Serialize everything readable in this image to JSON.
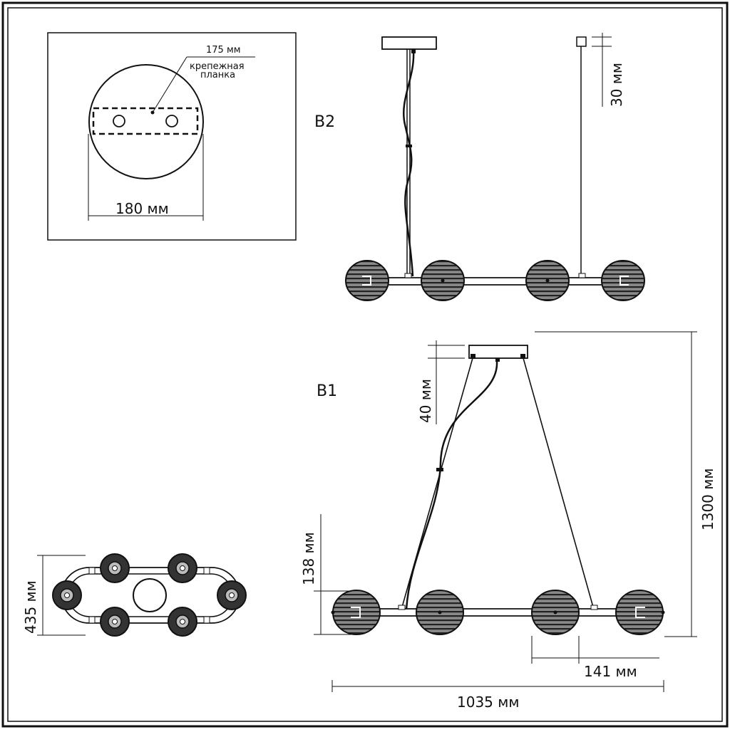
{
  "colors": {
    "stroke": "#111111",
    "shade": "#6b6b6b",
    "background": "#ffffff"
  },
  "canopy_detail": {
    "bracket_length": "175 мм",
    "bracket_label_line1": "крепежная",
    "bracket_label_line2": "планка",
    "diameter": "180 мм"
  },
  "variant_b2": {
    "label": "B2",
    "canopy_height": "30 мм"
  },
  "variant_b1": {
    "label": "B1",
    "canopy_height": "40 мм",
    "total_height": "1300 мм",
    "shade_height": "138 мм",
    "shade_width": "141 мм",
    "total_length": "1035 мм"
  },
  "top_view": {
    "width": "435 мм"
  }
}
